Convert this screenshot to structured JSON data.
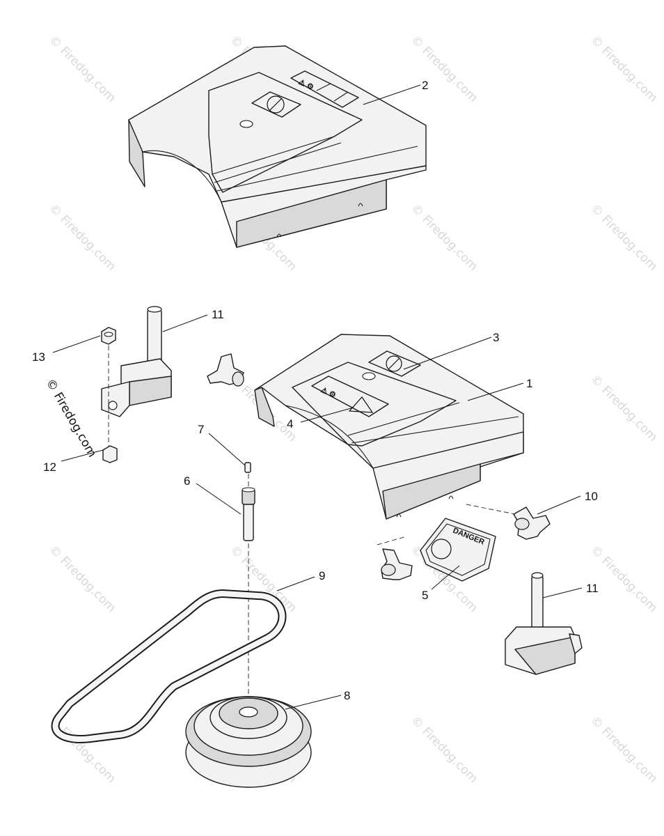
{
  "watermark": {
    "text": "© Firedog.com"
  },
  "callouts": [
    {
      "id": "c1",
      "label": "1"
    },
    {
      "id": "c2",
      "label": "2"
    },
    {
      "id": "c3",
      "label": "3"
    },
    {
      "id": "c4",
      "label": "4"
    },
    {
      "id": "c5",
      "label": "5"
    },
    {
      "id": "c6",
      "label": "6"
    },
    {
      "id": "c7",
      "label": "7"
    },
    {
      "id": "c8",
      "label": "8"
    },
    {
      "id": "c9",
      "label": "9"
    },
    {
      "id": "c10",
      "label": "10"
    },
    {
      "id": "c11a",
      "label": "11"
    },
    {
      "id": "c11b",
      "label": "11"
    },
    {
      "id": "c12",
      "label": "12"
    },
    {
      "id": "c13",
      "label": "13"
    }
  ],
  "danger_decal": {
    "text": "DANGER"
  }
}
